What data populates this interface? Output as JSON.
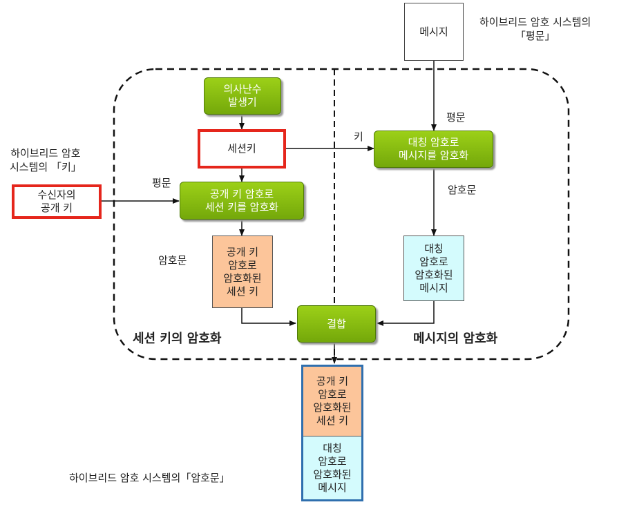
{
  "boxes": {
    "message": "메시지",
    "rng": [
      "의사난수",
      "발생기"
    ],
    "session_key": "세션키",
    "symmetric": [
      "대칭 암호로",
      "메시지를 암호화"
    ],
    "pubkey_enc": [
      "공개 키 암호로",
      "세션 키를 암호화"
    ],
    "recipient_key": [
      "수신자의",
      "공개 키"
    ],
    "enc_session": [
      "공개 키",
      "암호로",
      "암호화된",
      "세션 키"
    ],
    "enc_message": [
      "대칭",
      "암호로",
      "암호화된",
      "메시지"
    ],
    "combine": "결합"
  },
  "output_stack": {
    "top": [
      "공개 키",
      "암호로",
      "암호화된",
      "세션 키"
    ],
    "bottom": [
      "대칭",
      "암호로",
      "암호화된",
      "메시지"
    ]
  },
  "labels": {
    "plaintext_caption": [
      "하이브리드 암호 시스템의",
      "「평문」"
    ],
    "key_caption": [
      "하이브리드 암호",
      "시스템의 「키」"
    ],
    "ciphertext_caption": "하이브리드 암호 시스템의「암호문」",
    "edge_plaintext_right": "평문",
    "edge_key": "키",
    "edge_plaintext_left": "평문",
    "edge_cipher_right": "암호문",
    "edge_cipher_left": "암호문",
    "region_left": "세션 키의 암호화",
    "region_right": "메시지의 암호화"
  },
  "colors": {
    "green": "#8cc011",
    "red_highlight": "#e5261c",
    "peach": "#fcc59a",
    "cyan": "#d4fbfd",
    "blue_border": "#2f6fae"
  }
}
